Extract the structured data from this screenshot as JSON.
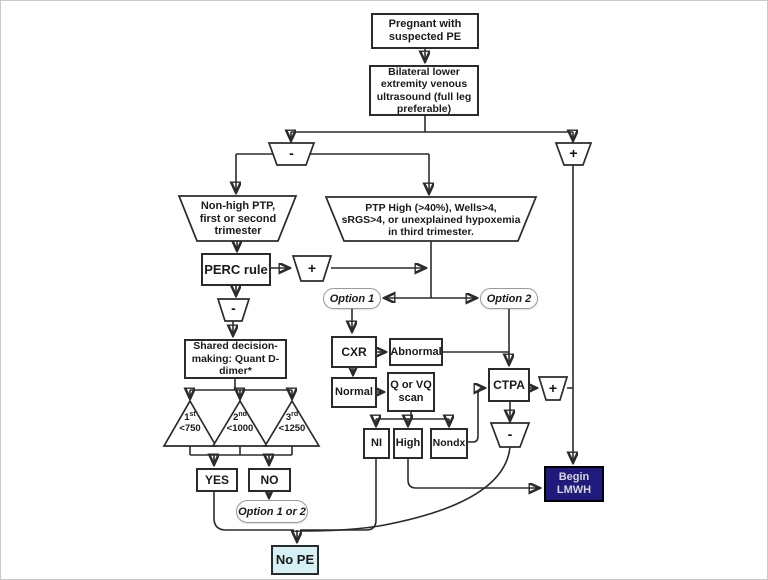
{
  "title": "Pregnancy suspected PE diagnostic algorithm flowchart",
  "colors": {
    "line": "#2b2b2b",
    "no_pe_bg": "#d6f1f5",
    "lmwh_bg": "#211a7d",
    "lmwh_text": "#d6d6d6"
  },
  "nodes": {
    "pregnant": "Pregnant with\nsuspected PE",
    "ultrasound": "Bilateral lower\nextremity venous\nultrasound (full leg\npreferable)",
    "us_neg_sign": "-",
    "us_pos_sign": "+",
    "nonhigh": "Non-high PTP,\nfirst or second\ntrimester",
    "ptphigh": "PTP High (>40%), Wells>4,\nsRGS>4,  or unexplained hypoxemia\nin third trimester.",
    "perc": "PERC  rule",
    "perc_pos_sign": "+",
    "perc_neg_sign": "-",
    "shared": "Shared decision-\nmaking: Quant D-\ndimer*",
    "tri1": {
      "ord": "1",
      "sup": "st",
      "val": "<750"
    },
    "tri2": {
      "ord": "2",
      "sup": "nd",
      "val": "<1000"
    },
    "tri3": {
      "ord": "3",
      "sup": "rd",
      "val": "<1250"
    },
    "yes": "YES",
    "no": "NO",
    "option_1_or_2": "Option 1 or 2",
    "no_pe": "No PE",
    "option1": "Option 1",
    "option2": "Option 2",
    "cxr": "CXR",
    "abnormal": "Abnormal",
    "normal": "Normal",
    "qvq": "Q or VQ\nscan",
    "ctpa": "CTPA",
    "ctpa_pos_sign": "+",
    "ctpa_neg_sign": "-",
    "ni": "NI",
    "high": "High",
    "nondx": "Nondx",
    "lmwh": "Begin\nLMWH"
  }
}
